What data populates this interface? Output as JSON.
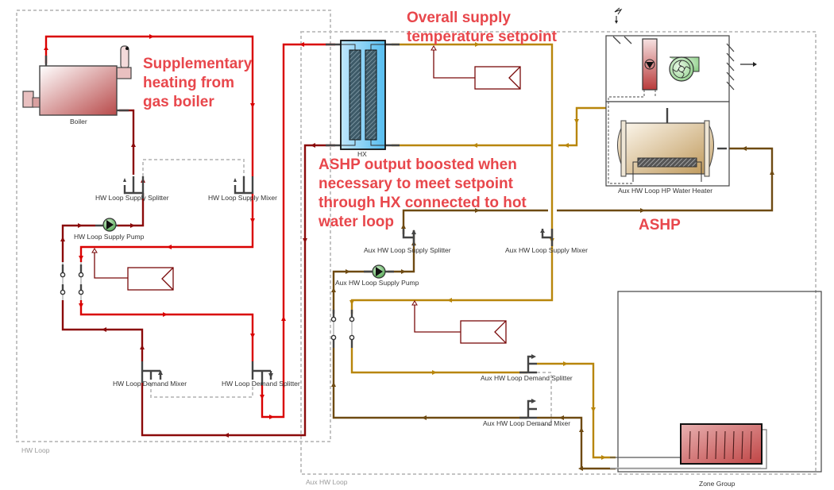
{
  "colors": {
    "hw_supply": "#d90000",
    "hw_return": "#8b0a0a",
    "aux_supply": "#b8860b",
    "aux_return": "#6e4a12",
    "annotation": "#e8474c",
    "group_border": "#c4c4c4",
    "hx_fill": "#7cc6ee",
    "pump_fill": "#6fc06f"
  },
  "groups": {
    "hw_loop": "HW Loop",
    "aux_hw_loop": "Aux HW Loop",
    "zone_group": "Zone Group"
  },
  "components": {
    "boiler": "Boiler",
    "hx": "HX",
    "hw_supply_splitter": "HW Loop Supply Splitter",
    "hw_supply_mixer": "HW Loop Supply Mixer",
    "hw_supply_pump": "HW Loop Supply Pump",
    "hw_demand_mixer": "HW Loop Demand Mixer",
    "hw_demand_splitter": "HW Loop Demand Splitter",
    "aux_supply_splitter": "Aux HW Loop Supply Splitter",
    "aux_supply_mixer": "Aux HW Loop Supply Mixer",
    "aux_supply_pump": "Aux HW Loop Supply Pump",
    "aux_demand_splitter": "Aux HW Loop Demand Splitter",
    "aux_demand_mixer": "Aux HW Loop Demand Mixer",
    "hp_water_heater": "Aux HW Loop HP Water Heater"
  },
  "annotations": {
    "boiler_note": [
      "Supplementary",
      "heating from",
      "gas boiler"
    ],
    "setpoint_note": [
      "Overall supply",
      "temperature  setpoint"
    ],
    "hx_note": [
      "ASHP output boosted when",
      "necessary to meet setpoint",
      "through HX connected to hot",
      "water loop"
    ],
    "ashp_note": "ASHP"
  }
}
